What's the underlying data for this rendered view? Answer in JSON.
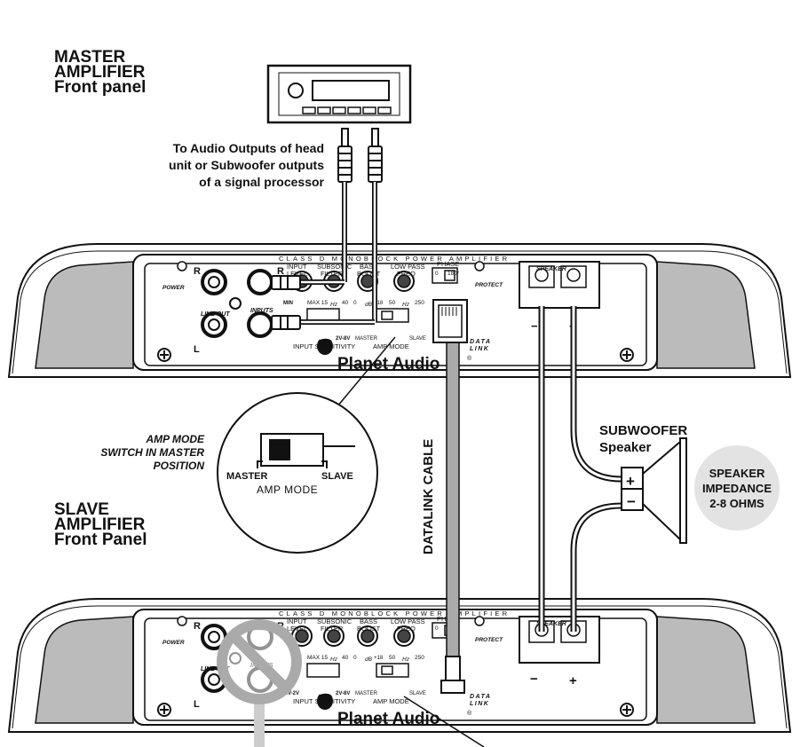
{
  "headings": {
    "master": [
      "MASTER",
      "AMPLIFIER",
      "Front panel"
    ],
    "slave": [
      "SLAVE",
      "AMPLIFIER",
      "Front Panel"
    ]
  },
  "notes": {
    "head_unit": [
      "To Audio Outputs of head",
      "unit or Subwoofer outputs",
      "of a signal processor"
    ],
    "amp_mode_switch": [
      "AMP MODE",
      "SWITCH IN MASTER",
      "POSITION"
    ],
    "subwoofer": [
      "SUBWOOFER",
      "Speaker"
    ],
    "impedance": [
      "SPEAKER",
      "IMPEDANCE",
      "2-8 OHMS"
    ],
    "datalink_cable": "DATALINK CABLE"
  },
  "amplifier_panel": {
    "series_title": "CLASS D MONOBLOCK POWER AMPLIFIER",
    "power": "POWER",
    "protect": "PROTECT",
    "line_out": "LINE OUT",
    "inputs": "INPUTS",
    "channel_r": "R",
    "channel_l": "L",
    "input_level": [
      "INPUT",
      "LEVEL"
    ],
    "input_level_min": "MIN",
    "subsonic_filter": [
      "SUBSONIC",
      "FILTER"
    ],
    "subsonic_range": [
      "MAX 15",
      "Hz",
      "40"
    ],
    "bass_boost": [
      "BASS",
      "BOOST"
    ],
    "bass_range": [
      "0",
      "dB",
      "+18"
    ],
    "low_pass_freq": [
      "LOW PASS",
      "FREQ"
    ],
    "low_pass_range": [
      "50",
      "Hz",
      "250"
    ],
    "phase": "PHASE",
    "phase_range": [
      "0",
      "180°"
    ],
    "input_sensitivity": "INPUT SENSITIVITY",
    "sensitivity_range_master": "2V-8V",
    "sensitivity_range_slave": [
      "50mV-2V",
      "2V-8V"
    ],
    "amp_mode": "AMP MODE",
    "master": "MASTER",
    "slave": "SLAVE",
    "data_link": [
      "DATA",
      "LINK"
    ],
    "speaker": "SPEAKER",
    "minus": "−",
    "plus": "+",
    "brand": "Planet Audio",
    "registered": "®"
  },
  "amp_mode_callout": {
    "master": "MASTER",
    "slave": "SLAVE",
    "label": "AMP MODE"
  },
  "speaker_terminals": {
    "minus": "−",
    "plus": "+"
  }
}
